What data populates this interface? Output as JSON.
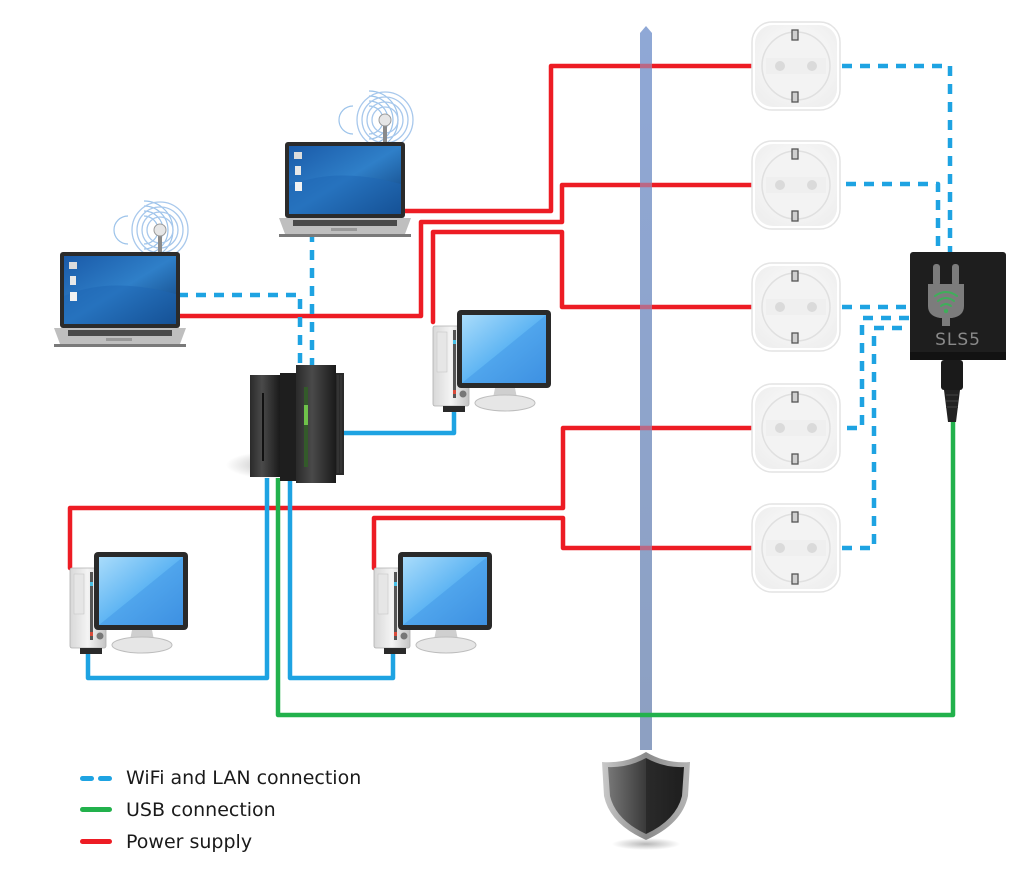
{
  "colors": {
    "wifi_lan": "#1ea3e2",
    "usb": "#22b14c",
    "power": "#ed1c24",
    "ground_rod": "#8fa8d6",
    "device_box": "#1e1e1e"
  },
  "device": {
    "label": "SLS5",
    "icon": "plug-wifi-icon"
  },
  "legend": {
    "items": [
      {
        "label": "WiFi and LAN connection",
        "style": "dashed",
        "color": "#1ea3e2"
      },
      {
        "label": "USB connection",
        "style": "solid",
        "color": "#22b14c"
      },
      {
        "label": "Power supply",
        "style": "solid",
        "color": "#ed1c24"
      }
    ]
  },
  "nodes": {
    "laptops": [
      {
        "name": "laptop-left",
        "icon": "laptop-wifi-icon"
      },
      {
        "name": "laptop-top",
        "icon": "laptop-wifi-icon"
      }
    ],
    "desktops": [
      {
        "name": "desktop-middle",
        "icon": "desktop-computer-icon"
      },
      {
        "name": "desktop-bottom-left",
        "icon": "desktop-computer-icon"
      },
      {
        "name": "desktop-bottom-center",
        "icon": "desktop-computer-icon"
      }
    ],
    "server": {
      "name": "server",
      "icon": "server-rack-icon"
    },
    "sockets": [
      {
        "name": "smart-socket-1",
        "icon": "schuko-socket-icon"
      },
      {
        "name": "smart-socket-2",
        "icon": "schuko-socket-icon"
      },
      {
        "name": "smart-socket-3",
        "icon": "schuko-socket-icon"
      },
      {
        "name": "smart-socket-4",
        "icon": "schuko-socket-icon"
      },
      {
        "name": "smart-socket-5",
        "icon": "schuko-socket-icon"
      }
    ],
    "shield": {
      "name": "shield",
      "icon": "shield-icon"
    }
  }
}
